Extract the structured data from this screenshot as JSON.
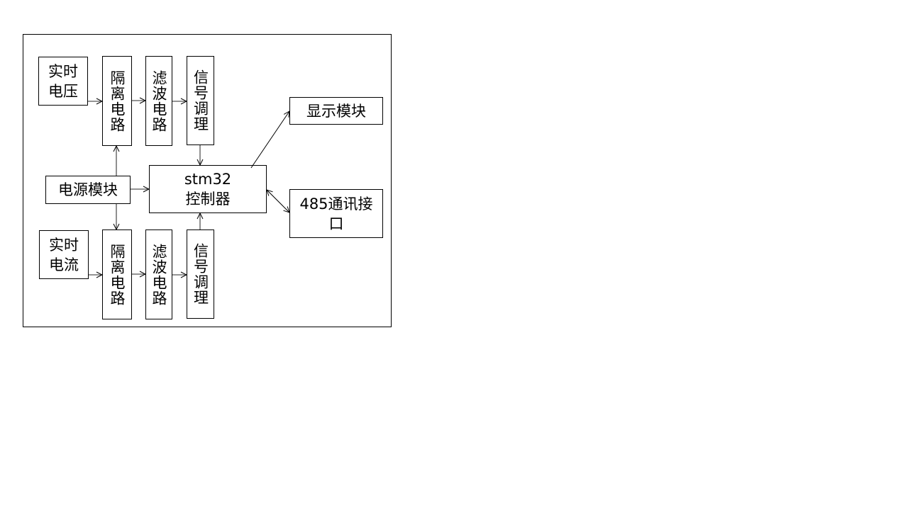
{
  "diagram": {
    "blocks": {
      "voltage_source": "实时\n电压",
      "voltage_isolation": "隔离电路",
      "voltage_filter": "滤波电路",
      "voltage_conditioning": "信号调理",
      "power_module": "电源模块",
      "controller": "stm32\n控制器",
      "display_module": "显示模块",
      "rs485_interface": "485通讯接\n口",
      "current_source": "实时\n电流",
      "current_isolation": "隔离电路",
      "current_filter": "滤波电路",
      "current_conditioning": "信号调理"
    },
    "connections": [
      {
        "from": "实时电压",
        "to": "隔离电路",
        "type": "arrow"
      },
      {
        "from": "隔离电路",
        "to": "滤波电路",
        "type": "arrow"
      },
      {
        "from": "滤波电路",
        "to": "信号调理",
        "type": "arrow"
      },
      {
        "from": "信号调理",
        "to": "stm32控制器",
        "type": "arrow"
      },
      {
        "from": "电源模块",
        "to": "隔离电路(上)",
        "type": "arrow"
      },
      {
        "from": "电源模块",
        "to": "隔离电路(下)",
        "type": "arrow"
      },
      {
        "from": "电源模块",
        "to": "stm32控制器",
        "type": "arrow"
      },
      {
        "from": "stm32控制器",
        "to": "显示模块",
        "type": "arrow"
      },
      {
        "from": "stm32控制器",
        "to": "485通讯接口",
        "type": "bidirectional"
      },
      {
        "from": "实时电流",
        "to": "隔离电路",
        "type": "arrow"
      },
      {
        "from": "隔离电路",
        "to": "滤波电路",
        "type": "arrow"
      },
      {
        "from": "滤波电路",
        "to": "信号调理",
        "type": "arrow"
      },
      {
        "from": "信号调理",
        "to": "stm32控制器",
        "type": "arrow"
      }
    ]
  }
}
